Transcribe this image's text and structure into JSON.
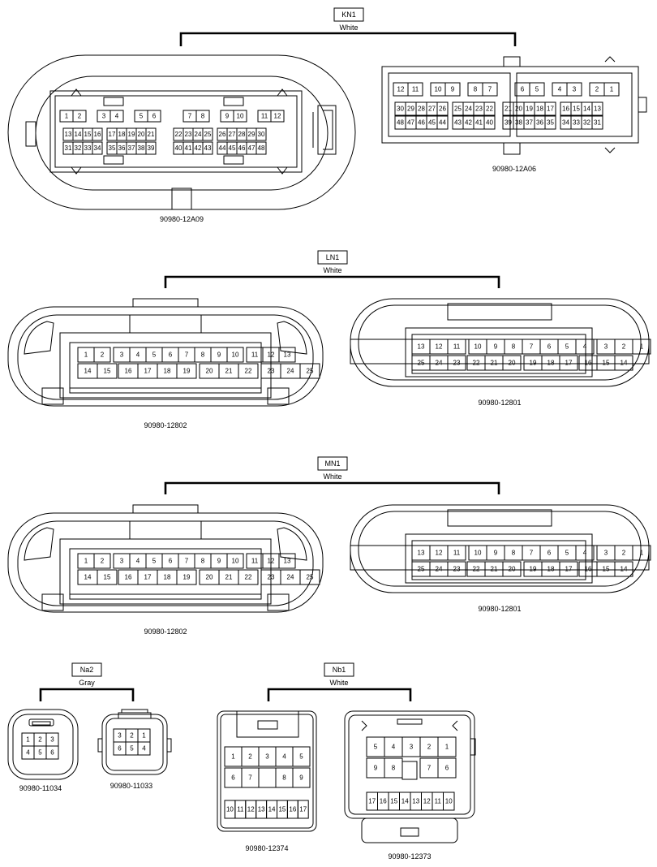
{
  "groups": [
    {
      "id": "kn1",
      "tag": "KN1",
      "color": "White"
    },
    {
      "id": "ln1",
      "tag": "LN1",
      "color": "White"
    },
    {
      "id": "mn1",
      "tag": "MN1",
      "color": "White"
    },
    {
      "id": "na2",
      "tag": "Na2",
      "color": "Gray"
    },
    {
      "id": "nb1",
      "tag": "Nb1",
      "color": "White"
    }
  ],
  "parts": {
    "kn1_left": "90980-12A09",
    "kn1_right": "90980-12A06",
    "ln1_left": "90980-12802",
    "ln1_right": "90980-12801",
    "mn1_left": "90980-12802",
    "mn1_right": "90980-12801",
    "na2_left": "90980-11034",
    "na2_right": "90980-11033",
    "nb1_left": "90980-12374",
    "nb1_right": "90980-12373"
  },
  "pins": {
    "kn1_left_top": [
      "1",
      "2",
      "3",
      "4",
      "5",
      "6",
      "7",
      "8",
      "9",
      "10",
      "11",
      "12"
    ],
    "kn1_left_mid": [
      "13",
      "14",
      "15",
      "16",
      "17",
      "18",
      "19",
      "20",
      "21",
      "22",
      "23",
      "24",
      "25",
      "26",
      "27",
      "28",
      "29",
      "30"
    ],
    "kn1_left_bot": [
      "31",
      "32",
      "33",
      "34",
      "35",
      "36",
      "37",
      "38",
      "39",
      "40",
      "41",
      "42",
      "43",
      "44",
      "45",
      "46",
      "47",
      "48"
    ],
    "kn1_right_top": [
      "12",
      "11",
      "10",
      "9",
      "8",
      "7",
      "6",
      "5",
      "4",
      "3",
      "2",
      "1"
    ],
    "kn1_right_mid": [
      "30",
      "29",
      "28",
      "27",
      "26",
      "25",
      "24",
      "23",
      "22",
      "21",
      "20",
      "19",
      "18",
      "17",
      "16",
      "15",
      "14",
      "13"
    ],
    "kn1_right_bot": [
      "48",
      "47",
      "46",
      "45",
      "44",
      "43",
      "42",
      "41",
      "40",
      "39",
      "38",
      "37",
      "36",
      "35",
      "34",
      "33",
      "32",
      "31"
    ],
    "c12802_top": [
      "1",
      "2",
      "3",
      "4",
      "5",
      "6",
      "7",
      "8",
      "9",
      "10",
      "11",
      "12",
      "13"
    ],
    "c12802_bot": [
      "14",
      "15",
      "16",
      "17",
      "18",
      "19",
      "20",
      "21",
      "22",
      "23",
      "24",
      "25"
    ],
    "c12801_top": [
      "13",
      "12",
      "11",
      "10",
      "9",
      "8",
      "7",
      "6",
      "5",
      "4",
      "3",
      "2",
      "1"
    ],
    "c12801_bot": [
      "25",
      "24",
      "23",
      "22",
      "21",
      "20",
      "19",
      "18",
      "17",
      "16",
      "15",
      "14"
    ],
    "na2_left_top": [
      "1",
      "2",
      "3"
    ],
    "na2_left_bot": [
      "4",
      "5",
      "6"
    ],
    "na2_right_top": [
      "3",
      "2",
      "1"
    ],
    "na2_right_bot": [
      "6",
      "5",
      "4"
    ],
    "nb1_left_r1": [
      "1",
      "2",
      "3",
      "4",
      "5"
    ],
    "nb1_left_r2": [
      "6",
      "7",
      "8",
      "9"
    ],
    "nb1_left_r3": [
      "10",
      "11",
      "12",
      "13",
      "14",
      "15",
      "16",
      "17"
    ],
    "nb1_right_r1": [
      "5",
      "4",
      "3",
      "2",
      "1"
    ],
    "nb1_right_r2": [
      "9",
      "8",
      "7",
      "6"
    ],
    "nb1_right_r3": [
      "17",
      "16",
      "15",
      "14",
      "13",
      "12",
      "11",
      "10"
    ]
  }
}
